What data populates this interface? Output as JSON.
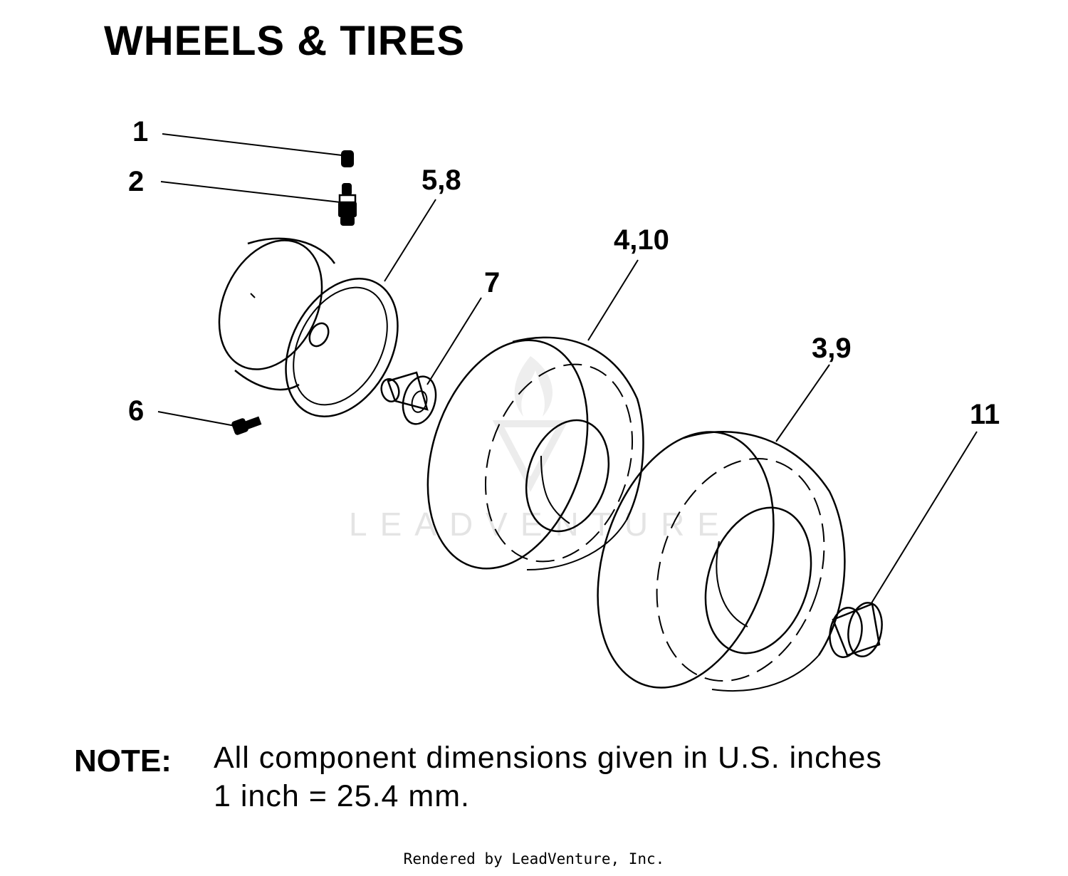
{
  "title": "WHEELS & TIRES",
  "callouts": {
    "c1": "1",
    "c2": "2",
    "c58": "5,8",
    "c7": "7",
    "c410": "4,10",
    "c39": "3,9",
    "c6": "6",
    "c11": "11"
  },
  "watermark": "LEADVENTURE",
  "note": {
    "label": "NOTE:",
    "line1": "All component dimensions given in U.S. inches",
    "line2": "1 inch = 25.4 mm."
  },
  "footer": "Rendered by LeadVenture, Inc."
}
